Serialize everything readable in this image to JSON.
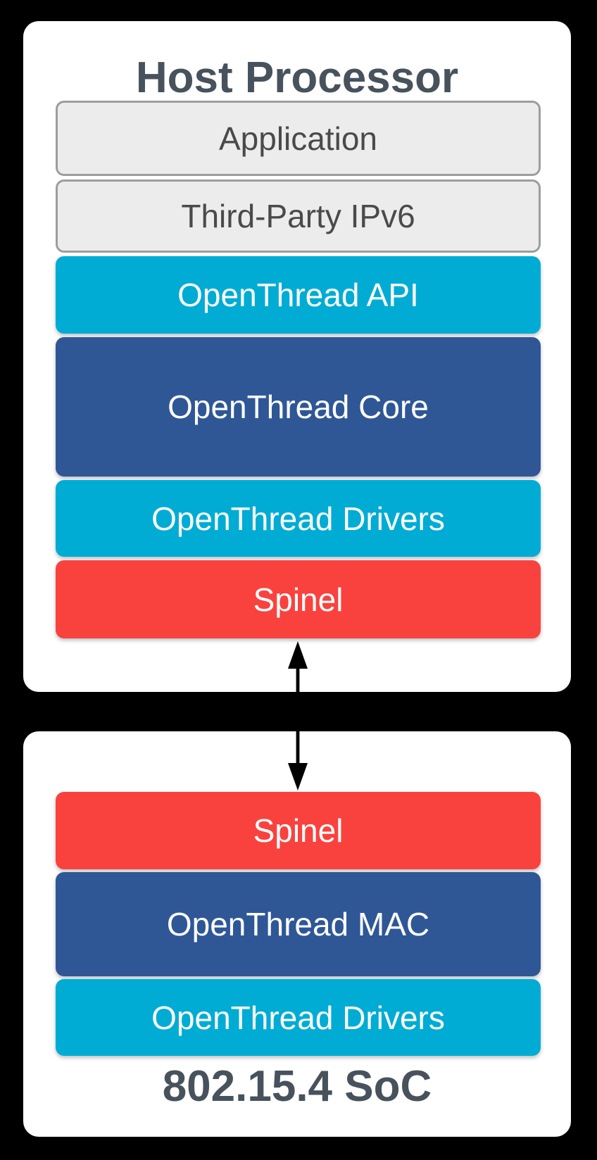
{
  "colors": {
    "cyan": "#00ACD4",
    "blue": "#2F5796",
    "red": "#F9423E",
    "gray_fill": "#ECECEC",
    "gray_border": "#9D9D9D",
    "gray_text": "#4A4A4A",
    "title_text": "#47525D",
    "container_bg": "#FFFFFF",
    "page_bg": "#000000",
    "arrow": "#000000",
    "layer_text": "#FFFFFF"
  },
  "host_processor": {
    "title": "Host Processor",
    "layers": [
      {
        "id": "application",
        "label": "Application",
        "style": "gray"
      },
      {
        "id": "third-party-ipv6",
        "label": "Third-Party IPv6",
        "style": "gray"
      },
      {
        "id": "openthread-api",
        "label": "OpenThread API",
        "style": "cyan"
      },
      {
        "id": "openthread-core",
        "label": "OpenThread Core",
        "style": "blue"
      },
      {
        "id": "openthread-drivers",
        "label": "OpenThread Drivers",
        "style": "cyan"
      },
      {
        "id": "spinel",
        "label": "Spinel",
        "style": "red"
      }
    ]
  },
  "soc": {
    "title": "802.15.4 SoC",
    "layers": [
      {
        "id": "spinel",
        "label": "Spinel",
        "style": "red"
      },
      {
        "id": "openthread-mac",
        "label": "OpenThread MAC",
        "style": "blue"
      },
      {
        "id": "openthread-drivers",
        "label": "OpenThread Drivers",
        "style": "cyan"
      }
    ]
  },
  "connector": {
    "type": "double-headed-arrow",
    "connects": [
      "host_processor.spinel",
      "soc.spinel"
    ]
  }
}
